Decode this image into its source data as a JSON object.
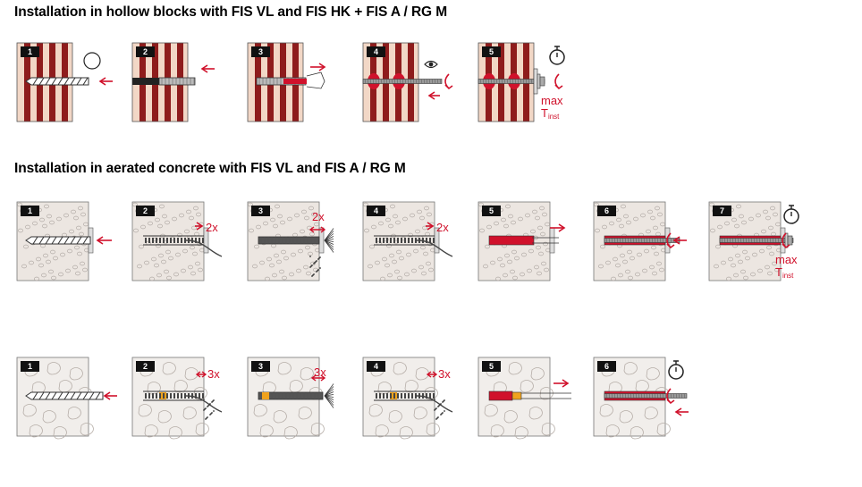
{
  "section1": {
    "title": "Installation in hollow blocks with FIS VL and FIS HK + FIS A / RG M"
  },
  "section2": {
    "title": "Installation in aerated concrete with FIS VL and FIS A / RG M"
  },
  "labels": {
    "two_x": "2x",
    "three_x": "3x",
    "max": "max",
    "t": "T",
    "inst": "inst"
  },
  "rows": [
    {
      "steps": [
        "1",
        "2",
        "3",
        "4",
        "5"
      ]
    },
    {
      "steps": [
        "1",
        "2",
        "3",
        "4",
        "5",
        "6",
        "7"
      ]
    },
    {
      "steps": [
        "1",
        "2",
        "3",
        "4",
        "5",
        "6"
      ]
    }
  ],
  "colors": {
    "red": "#d0112b",
    "brick_dark": "#8e1c1c",
    "brick_light": "#f2d7c6",
    "concrete": "#ece6e1",
    "grey": "#8a8a8a",
    "orange": "#f0a31e"
  },
  "icons": [
    "drill-icon",
    "arrow-icon",
    "eye-icon",
    "stopwatch-icon",
    "rotation-icon",
    "brush-icon",
    "blow-pump-icon",
    "dust-icon"
  ]
}
